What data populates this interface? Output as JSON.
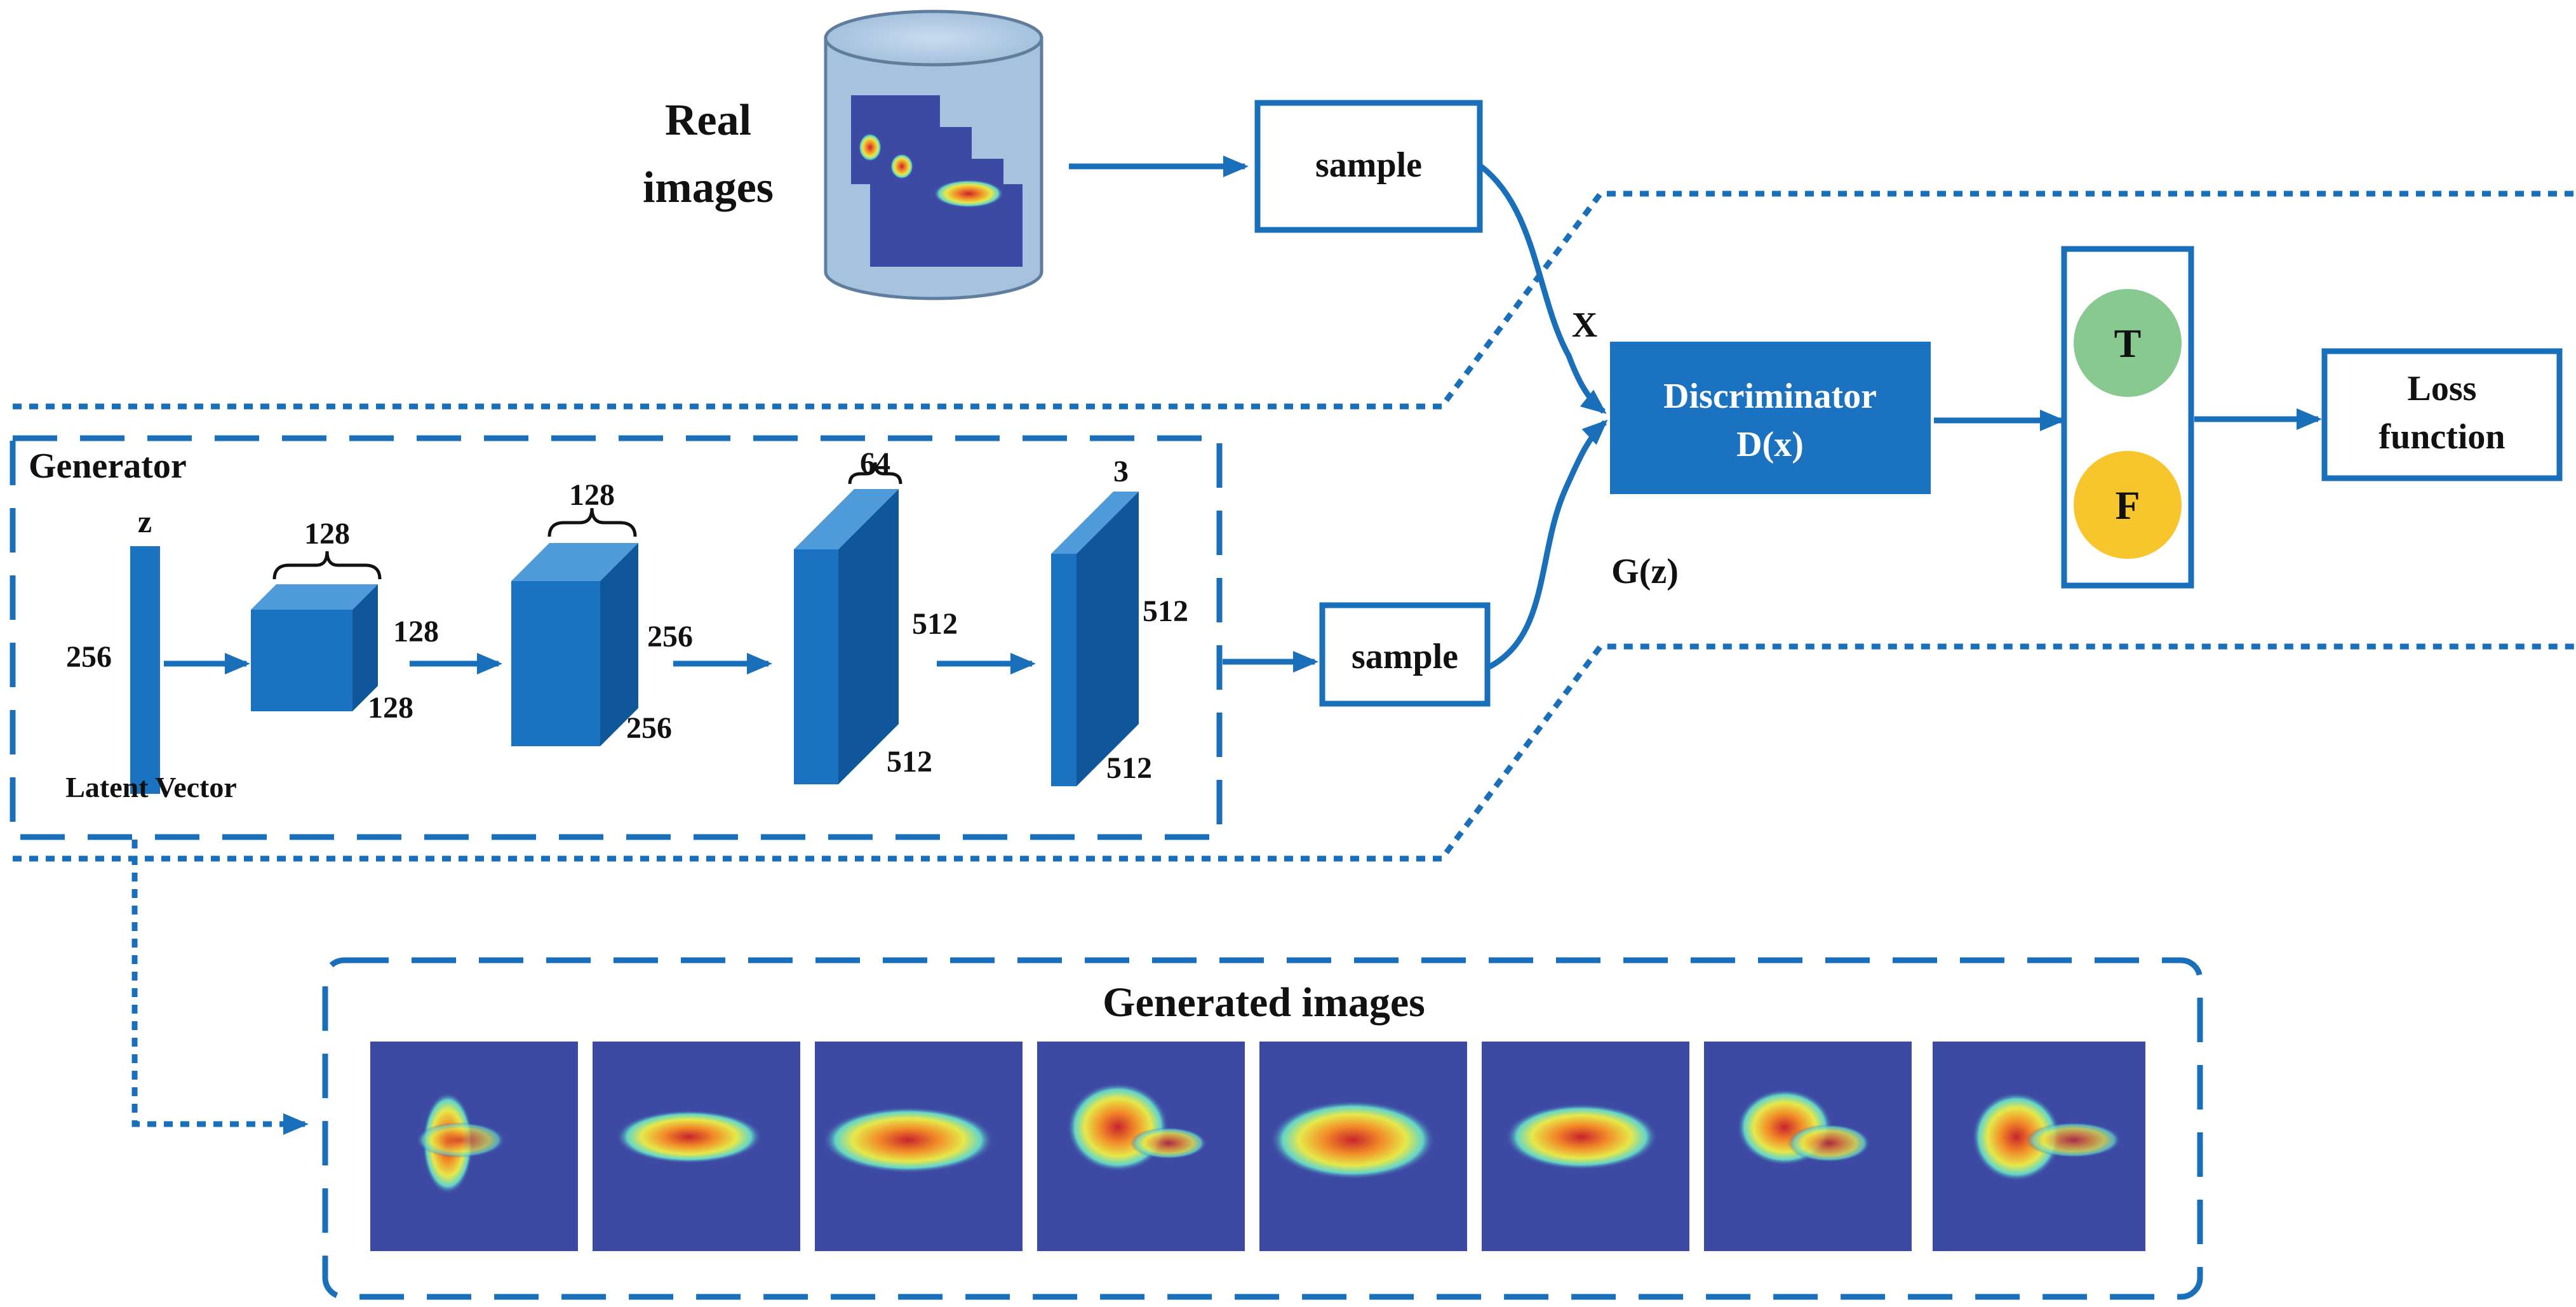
{
  "real_images": {
    "line1": "Real",
    "line2": "images"
  },
  "sample_top": "sample",
  "sample_bottom": "sample",
  "x_label": "X",
  "gz_label": "G(z)",
  "discriminator": {
    "line1": "Discriminator",
    "line2": "D(x)"
  },
  "true_label": "T",
  "false_label": "F",
  "loss": {
    "line1": "Loss",
    "line2": "function"
  },
  "generator": {
    "title": "Generator",
    "latent": {
      "z": "z",
      "height": "256",
      "caption": "Latent Vector"
    },
    "cube1": {
      "top": "128",
      "side": "128",
      "bottom": "128"
    },
    "cube2": {
      "top": "128",
      "side": "256",
      "bottom": "256"
    },
    "cube3": {
      "top": "64",
      "side": "512",
      "bottom": "512"
    },
    "cube4": {
      "top": "3",
      "side": "512",
      "bottom": "512"
    }
  },
  "generated_images": {
    "title": "Generated images"
  },
  "colors": {
    "accent": "#1a6fba",
    "block_front": "#1a72c0",
    "block_top": "#4f9bd9",
    "block_side": "#0f569a",
    "true_circle": "#88c98f",
    "false_circle": "#f7c52c",
    "heatmap_bg": "#3d4aa4",
    "cylinder": "#a7c2de"
  }
}
